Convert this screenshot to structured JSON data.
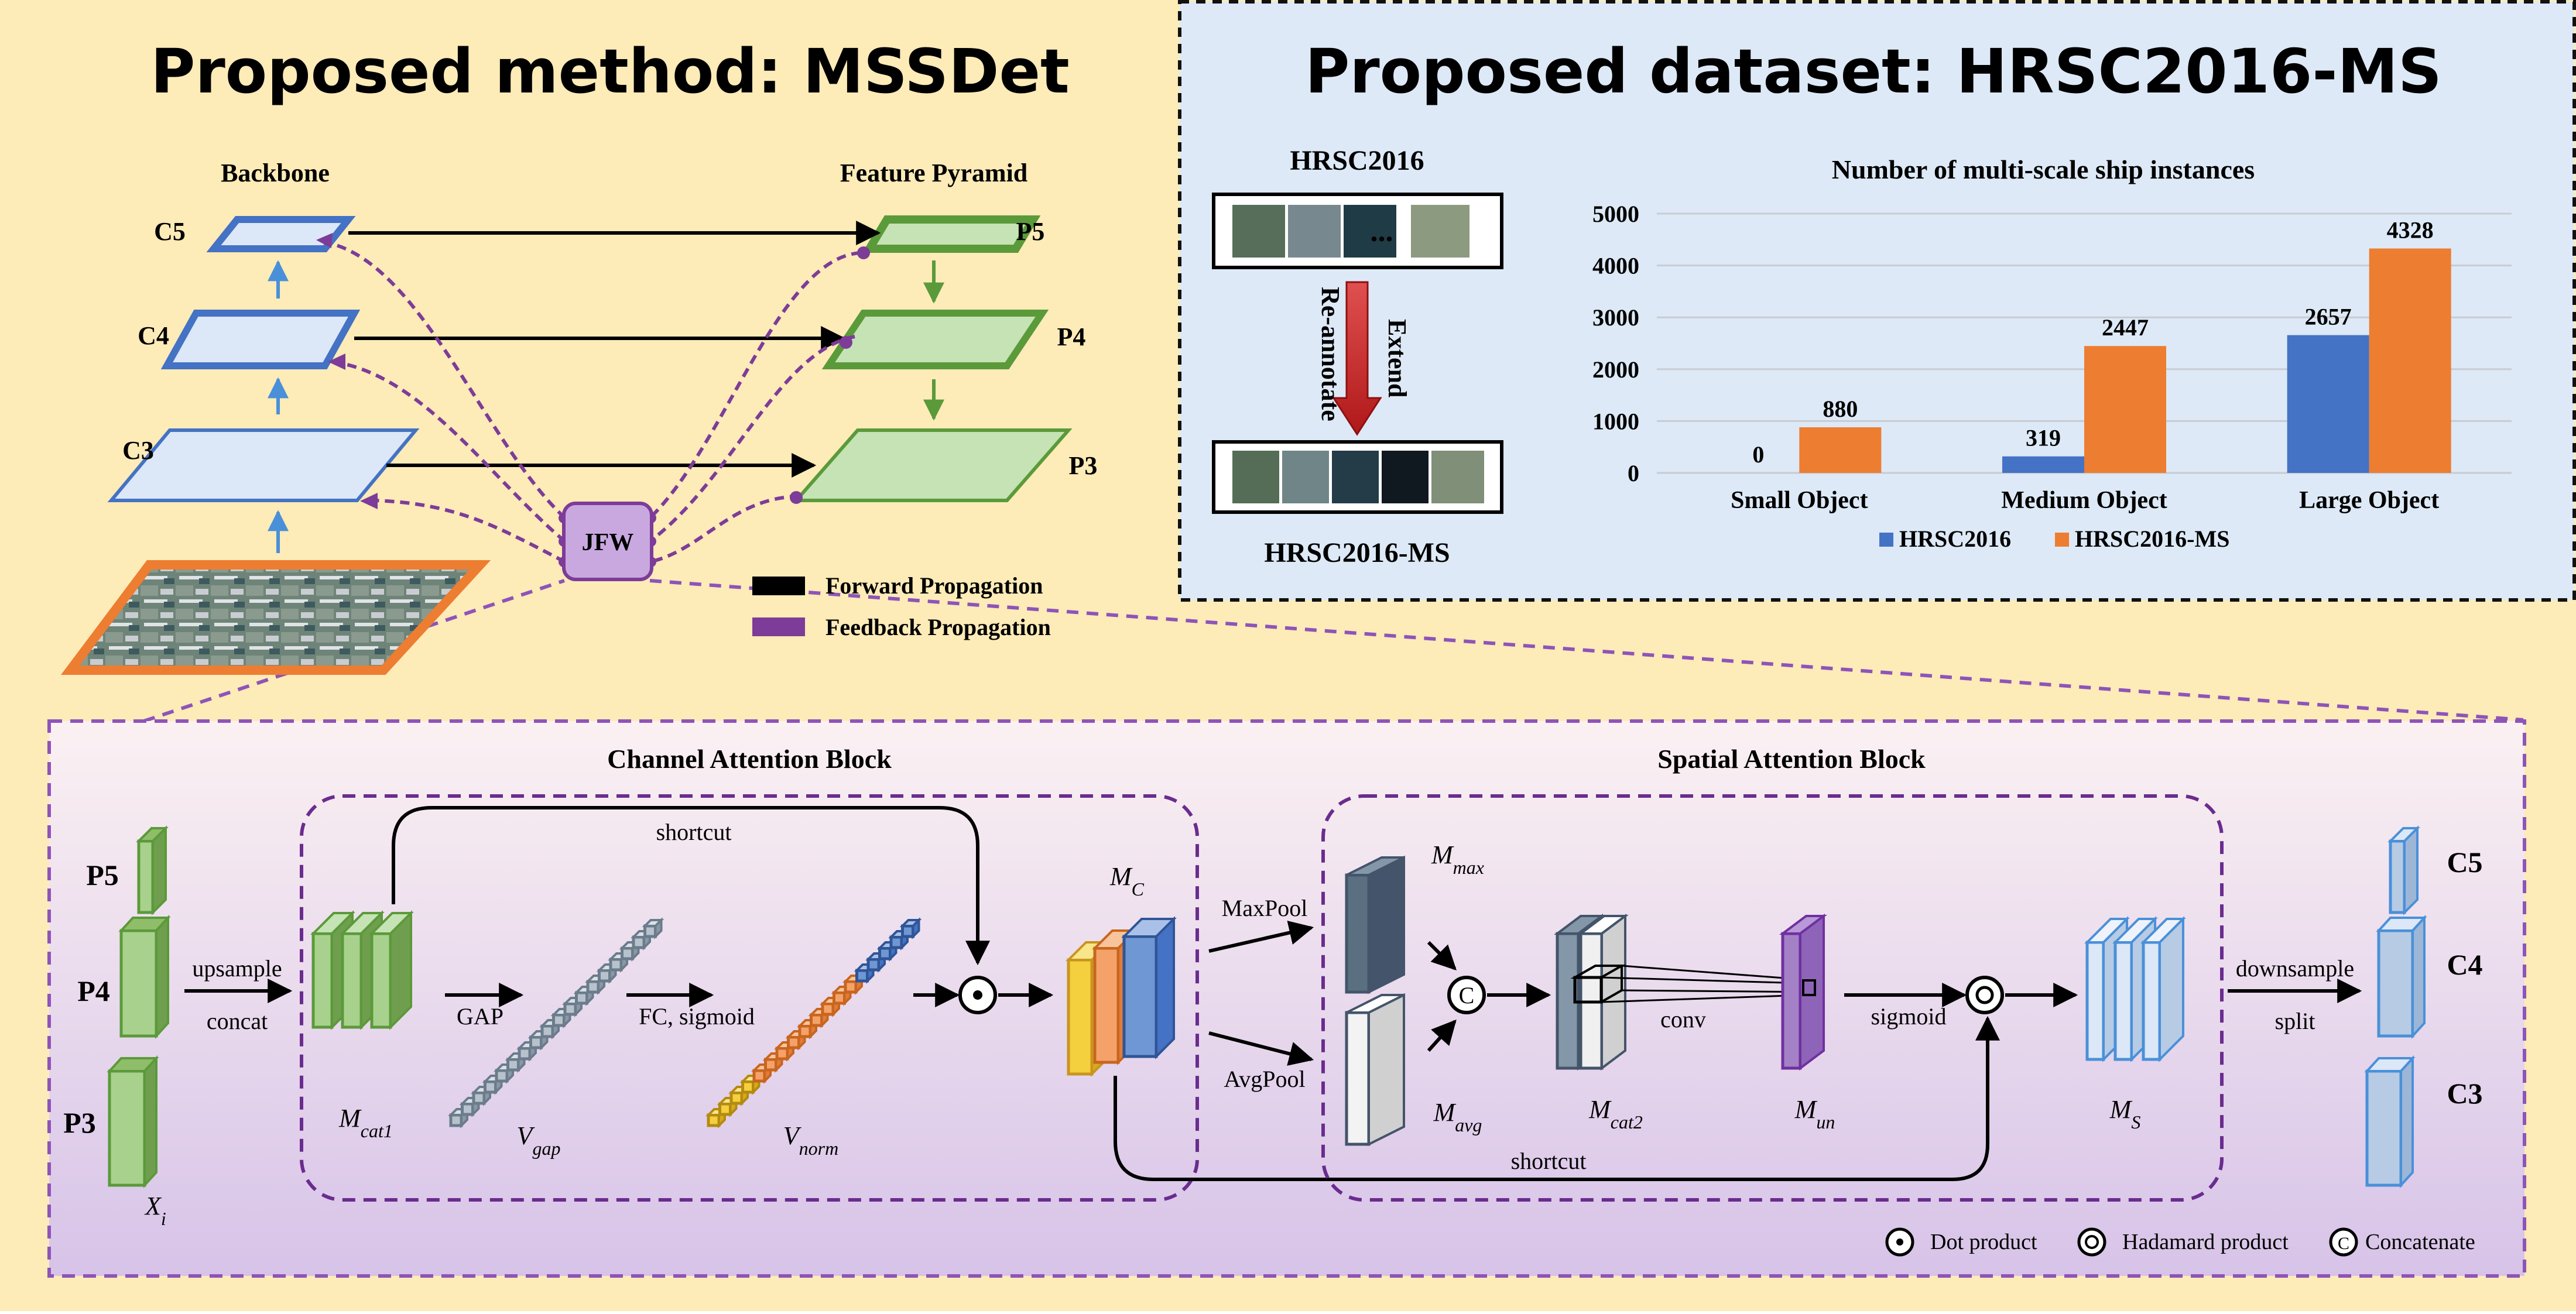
{
  "left_panel": {
    "title": "Proposed method: MSSDet",
    "backbone_label": "Backbone",
    "pyramid_label": "Feature Pyramid",
    "backbone_levels": [
      "C5",
      "C4",
      "C3"
    ],
    "pyramid_levels": [
      "P5",
      "P4",
      "P3"
    ],
    "jfw_label": "JFW",
    "legend": {
      "forward": "Forward Propagation",
      "feedback": "Feedback Propagation"
    }
  },
  "right_panel": {
    "title": "Proposed dataset: HRSC2016-MS",
    "source_dataset": "HRSC2016",
    "target_dataset": "HRSC2016-MS",
    "ellipsis": "...",
    "arrow_left_label": "Re-annotate",
    "arrow_right_label": "Extend"
  },
  "chart_data": {
    "type": "bar",
    "title": "Number of multi-scale ship instances",
    "categories": [
      "Small Object",
      "Medium Object",
      "Large Object"
    ],
    "series": [
      {
        "name": "HRSC2016",
        "values": [
          0,
          319,
          2657
        ],
        "color": "#4472c4"
      },
      {
        "name": "HRSC2016-MS",
        "values": [
          880,
          2447,
          4328
        ],
        "color": "#ed7d31"
      }
    ],
    "ylim": [
      0,
      5000
    ],
    "yticks": [
      "0",
      "1000",
      "2000",
      "3000",
      "4000",
      "5000"
    ],
    "grid": true,
    "legend_position": "bottom"
  },
  "bottom_panel": {
    "inputs": [
      "P5",
      "P4",
      "P3"
    ],
    "input_symbol": "X",
    "input_sub": "i",
    "channel_block_title": "Channel Attention Block",
    "spatial_block_title": "Spatial Attention Block",
    "labels": {
      "upsample": "upsample",
      "concat": "concat",
      "shortcut": "shortcut",
      "gap": "GAP",
      "fc_sigmoid": "FC, sigmoid",
      "maxpool": "MaxPool",
      "avgpool": "AvgPool",
      "conv": "conv",
      "sigmoid": "sigmoid",
      "downsample": "downsample",
      "split": "split"
    },
    "math": {
      "m_cat1": {
        "base": "M",
        "sub": "cat1"
      },
      "v_gap": {
        "base": "V",
        "sub": "gap"
      },
      "v_norm": {
        "base": "V",
        "sub": "norm"
      },
      "m_c": {
        "base": "M",
        "sub": "C"
      },
      "m_max": {
        "base": "M",
        "sub": "max"
      },
      "m_avg": {
        "base": "M",
        "sub": "avg"
      },
      "m_cat2": {
        "base": "M",
        "sub": "cat2"
      },
      "m_un": {
        "base": "M",
        "sub": "un"
      },
      "m_s": {
        "base": "M",
        "sub": "S"
      }
    },
    "circle_c": "C",
    "outputs": [
      "C5",
      "C4",
      "C3"
    ],
    "legend": {
      "dot": "Dot product",
      "hadamard": "Hadamard product",
      "concat": "Concatenate"
    }
  },
  "colors": {
    "top_bg": "#fdebb8",
    "right_bg": "#dde9f6",
    "bottom_bg_top": "#fbeef5",
    "bottom_bg_bottom": "#d9c6e9",
    "purple": "#7d3c98",
    "green": "#5b9a3a",
    "blue": "#4472c4",
    "orange": "#ed7d31"
  }
}
